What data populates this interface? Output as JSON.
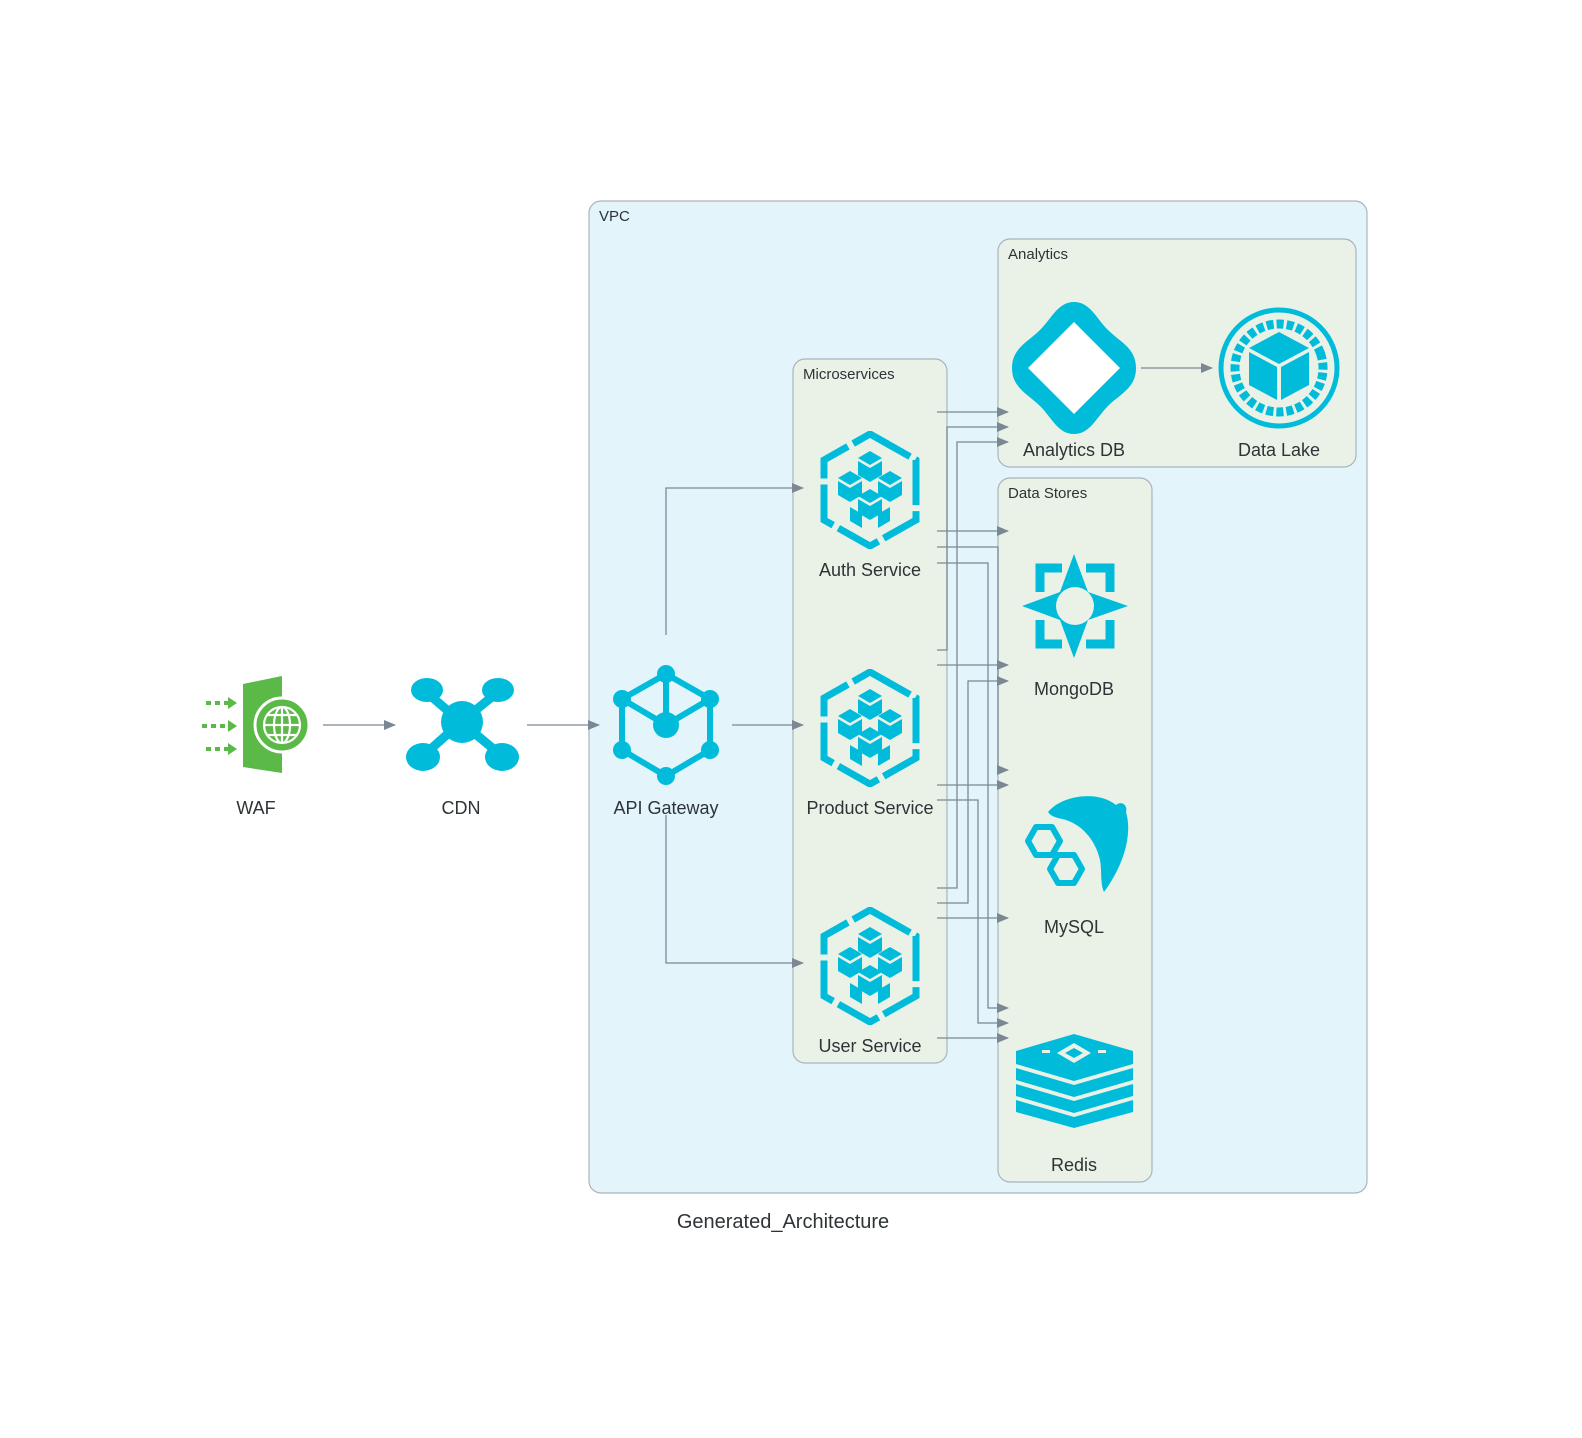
{
  "title": "Generated_Architecture",
  "colors": {
    "accent": "#00bcda",
    "waf_green": "#5ab947",
    "edge": "#7b8894",
    "vpc_fill": "#e3f4fb",
    "group_fill": "#eaf2e8",
    "cluster_border": "#a9b4bd",
    "text": "#2d3436"
  },
  "clusters": {
    "vpc": {
      "label": "VPC"
    },
    "analytics": {
      "label": "Analytics"
    },
    "microservices": {
      "label": "Microservices"
    },
    "datastores": {
      "label": "Data Stores"
    }
  },
  "nodes": {
    "waf": {
      "label": "WAF",
      "icon": "waf-globe-icon"
    },
    "cdn": {
      "label": "CDN",
      "icon": "cdn-network-icon"
    },
    "api_gateway": {
      "label": "API Gateway",
      "icon": "api-gateway-cube-icon"
    },
    "auth_service": {
      "label": "Auth Service",
      "icon": "microservice-hexagon-icon"
    },
    "product_service": {
      "label": "Product Service",
      "icon": "microservice-hexagon-icon"
    },
    "user_service": {
      "label": "User Service",
      "icon": "microservice-hexagon-icon"
    },
    "analytics_db": {
      "label": "Analytics DB",
      "icon": "analytics-db-icon"
    },
    "data_lake": {
      "label": "Data Lake",
      "icon": "data-lake-icon"
    },
    "mongodb": {
      "label": "MongoDB",
      "icon": "mongodb-icon"
    },
    "mysql": {
      "label": "MySQL",
      "icon": "mysql-dolphin-icon"
    },
    "redis": {
      "label": "Redis",
      "icon": "redis-stack-icon"
    }
  },
  "edges": [
    {
      "from": "WAF",
      "to": "CDN"
    },
    {
      "from": "CDN",
      "to": "API Gateway"
    },
    {
      "from": "API Gateway",
      "to": "Auth Service"
    },
    {
      "from": "API Gateway",
      "to": "Product Service"
    },
    {
      "from": "API Gateway",
      "to": "User Service"
    },
    {
      "from": "Auth Service",
      "to": "Analytics DB"
    },
    {
      "from": "Product Service",
      "to": "Analytics DB"
    },
    {
      "from": "User Service",
      "to": "Analytics DB"
    },
    {
      "from": "Analytics DB",
      "to": "Data Lake"
    },
    {
      "from": "Auth Service",
      "to": "MongoDB"
    },
    {
      "from": "Auth Service",
      "to": "MySQL"
    },
    {
      "from": "Auth Service",
      "to": "Redis"
    },
    {
      "from": "Product Service",
      "to": "MongoDB"
    },
    {
      "from": "Product Service",
      "to": "MySQL"
    },
    {
      "from": "Product Service",
      "to": "Redis"
    },
    {
      "from": "User Service",
      "to": "MongoDB"
    },
    {
      "from": "User Service",
      "to": "MySQL"
    },
    {
      "from": "User Service",
      "to": "Redis"
    }
  ]
}
